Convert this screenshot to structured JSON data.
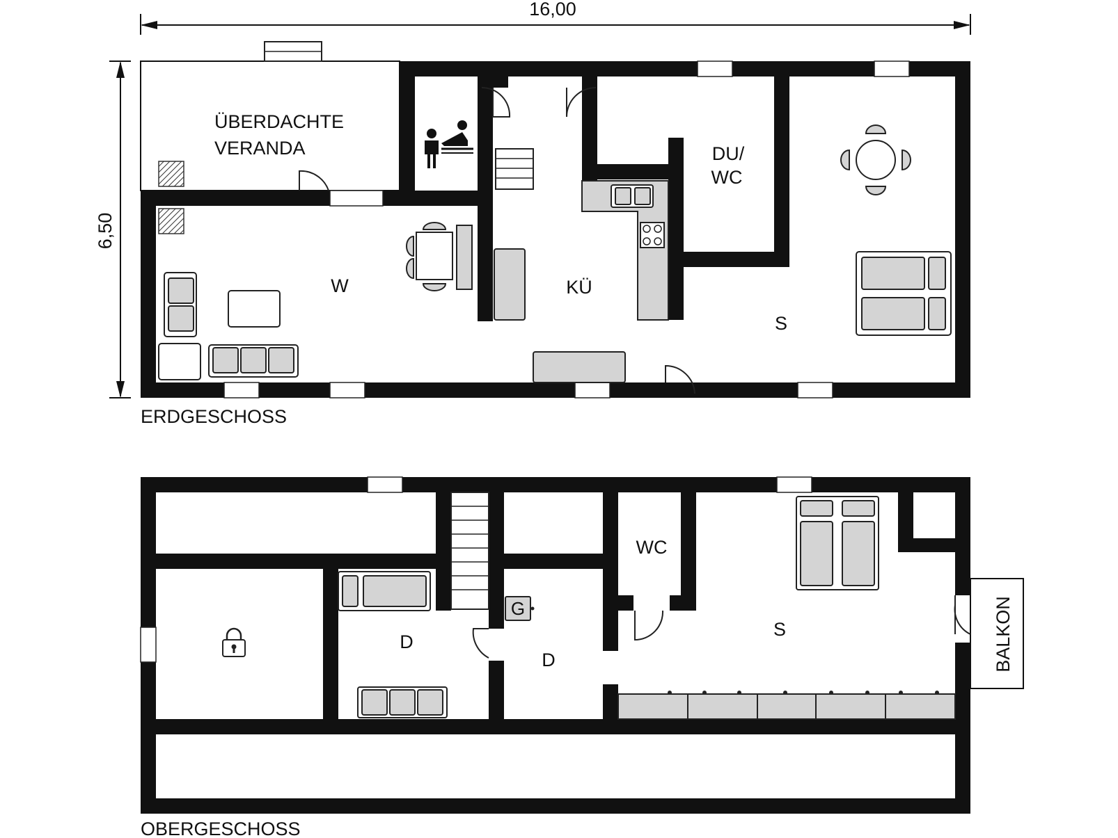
{
  "dimensions": {
    "width_label": "16,00",
    "height_label": "6,50"
  },
  "floors": {
    "ground": {
      "title": "ERDGESCHOSS",
      "rooms": {
        "veranda_line1": "ÜBERDACHTE",
        "veranda_line2": "VERANDA",
        "living": "W",
        "kitchen": "KÜ",
        "bath_line1": "DU/",
        "bath_line2": "WC",
        "bedroom": "S"
      }
    },
    "upper": {
      "title": "OBERGESCHOSS",
      "rooms": {
        "wc": "WC",
        "room1": "D",
        "room2": "D",
        "bedroom": "S",
        "balcony": "BALKON",
        "gas": "G"
      }
    }
  },
  "colors": {
    "wall": "#111111",
    "furniture": "#d4d4d4",
    "background": "#ffffff"
  },
  "icons": [
    "sauna-icon",
    "lock-icon",
    "gas-icon"
  ]
}
